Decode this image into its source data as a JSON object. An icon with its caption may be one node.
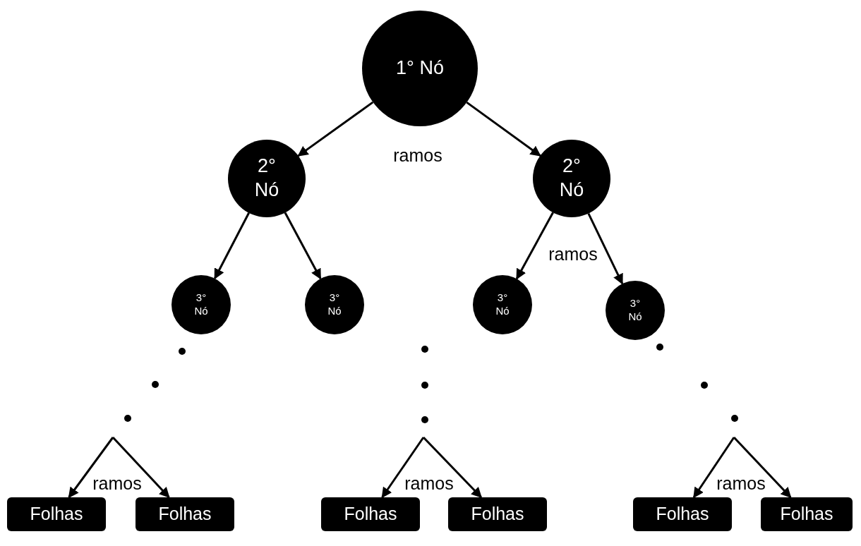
{
  "diagram": {
    "nodes": [
      {
        "text": [
          "1° Nó"
        ]
      },
      {
        "text": [
          "2° Nó"
        ]
      },
      {
        "text": [
          "2° Nó"
        ]
      },
      {
        "text": [
          "3° Nó"
        ]
      },
      {
        "text": [
          "3° Nó"
        ]
      },
      {
        "text": [
          "3° Nó"
        ]
      },
      {
        "text": [
          "3° Nó"
        ]
      },
      {
        "text": [
          "Folhas"
        ]
      },
      {
        "text": [
          "Folhas"
        ]
      },
      {
        "text": [
          "Folhas"
        ]
      },
      {
        "text": [
          "Folhas"
        ]
      },
      {
        "text": [
          "Folhas"
        ]
      },
      {
        "text": [
          "Folhas"
        ]
      }
    ],
    "edges": [
      {
        "from": 0,
        "to": 1,
        "arrow": "to"
      },
      {
        "from": 0,
        "to": 2,
        "arrow": "to"
      },
      {
        "from": 1,
        "to": 3,
        "arrow": "to"
      },
      {
        "from": 1,
        "to": 4,
        "arrow": "to"
      },
      {
        "from": 2,
        "to": 5,
        "arrow": "to"
      },
      {
        "from": 2,
        "to": 6,
        "arrow": "to"
      },
      {
        "from": null,
        "to": 7,
        "arrow": "to"
      },
      {
        "from": null,
        "to": 8,
        "arrow": "to"
      },
      {
        "from": null,
        "to": 9,
        "arrow": "to"
      },
      {
        "from": null,
        "to": 10,
        "arrow": "to"
      },
      {
        "from": null,
        "to": 11,
        "arrow": "to"
      },
      {
        "from": null,
        "to": 12,
        "arrow": "to"
      }
    ],
    "labels": [
      "ramos",
      "ramos",
      "ramos",
      "ramos",
      "ramos"
    ]
  }
}
